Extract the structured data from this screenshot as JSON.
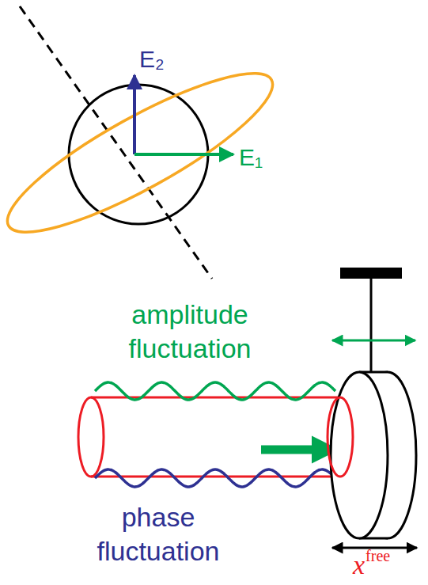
{
  "diagram": {
    "labels": [
      "E₂",
      "E₁",
      "amplitude fluctuation",
      "phase fluctuation",
      "x",
      "free"
    ]
  }
}
